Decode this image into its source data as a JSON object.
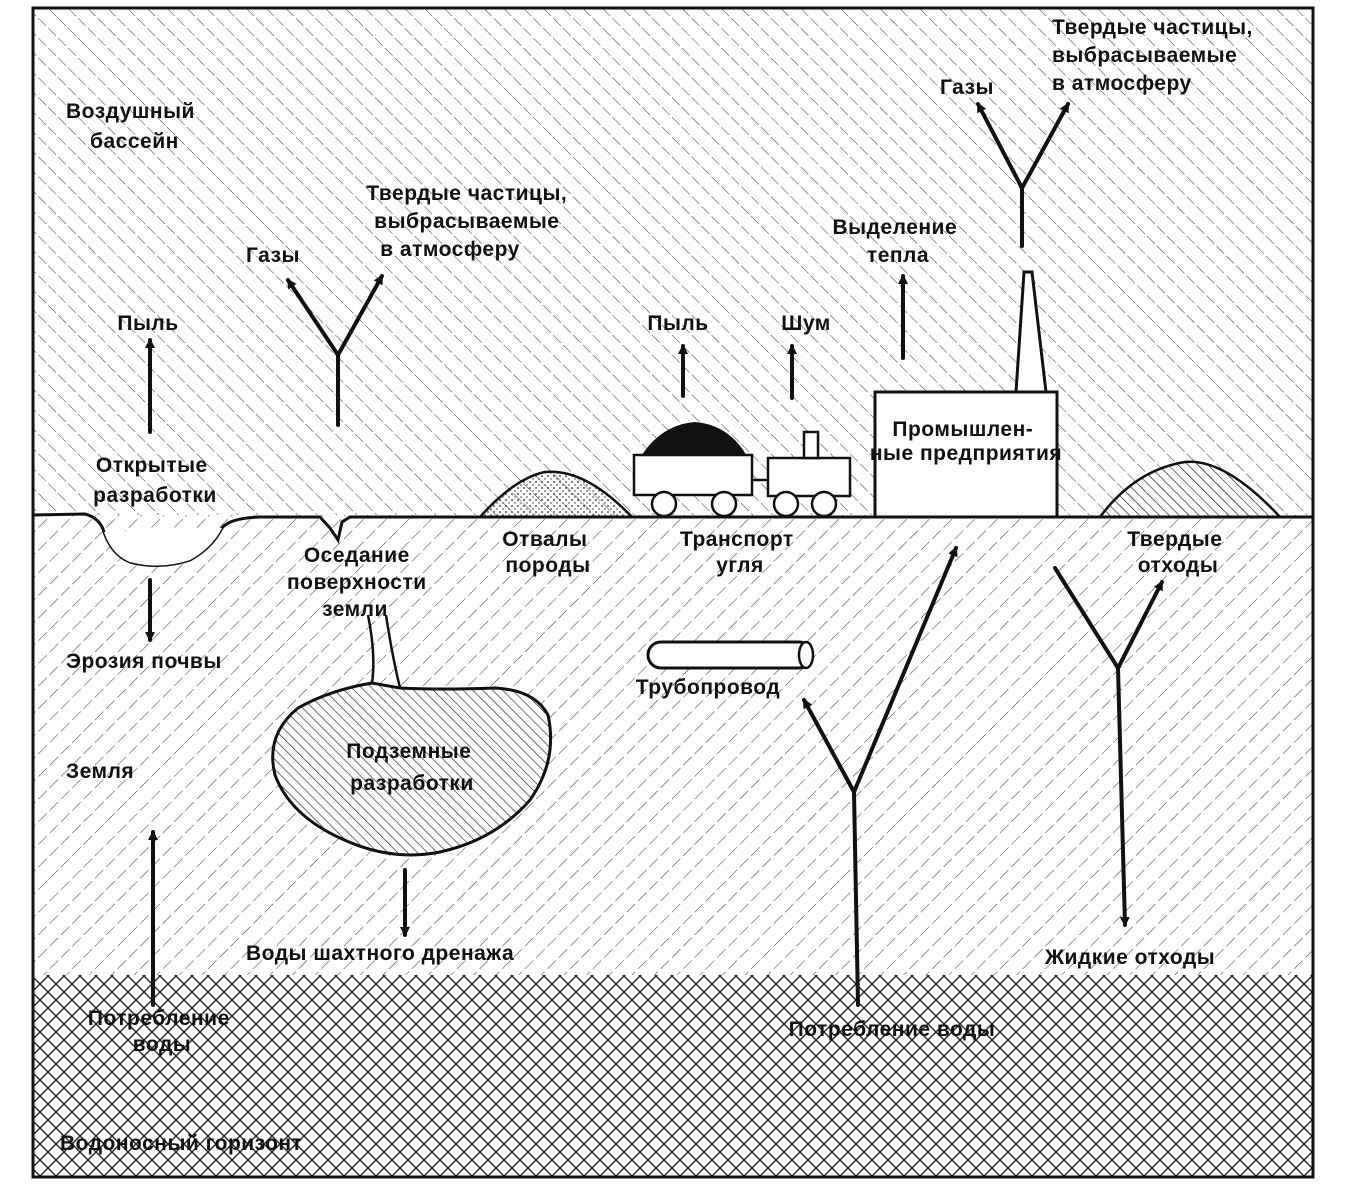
{
  "zones": {
    "air": "Воздушный бассейн",
    "earth": "Земля",
    "aquifer": "Водоносный горизонт"
  },
  "open_pit": {
    "label": "Открытые разработки",
    "dust": "Пыль",
    "erosion": "Эрозия почвы"
  },
  "mine_emissions": {
    "gases": "Газы",
    "particles": "Твердые частицы, выбрасываемые в атмосферу"
  },
  "subsidence": "Оседание поверхности земли",
  "underground": "Подземные разработки",
  "drainage": "Воды шахтного дренажа",
  "water_use_left": "Потребление воды",
  "dumps": "Отвалы породы",
  "transport": {
    "label": "Транспорт угля",
    "dust": "Пыль",
    "noise": "Шум"
  },
  "pipeline": "Трубопровод",
  "plant": {
    "label": "Промышленные предприятия",
    "heat": "Выделение тепла",
    "gases": "Газы",
    "particles": "Твердые частицы, выбрасываемые в атмосферу"
  },
  "solid_waste": "Твердые отходы",
  "liquid_waste": "Жидкие отходы",
  "water_use_right": "Потребление воды",
  "colors": {
    "ink": "#111111",
    "paper": "#ffffff"
  }
}
